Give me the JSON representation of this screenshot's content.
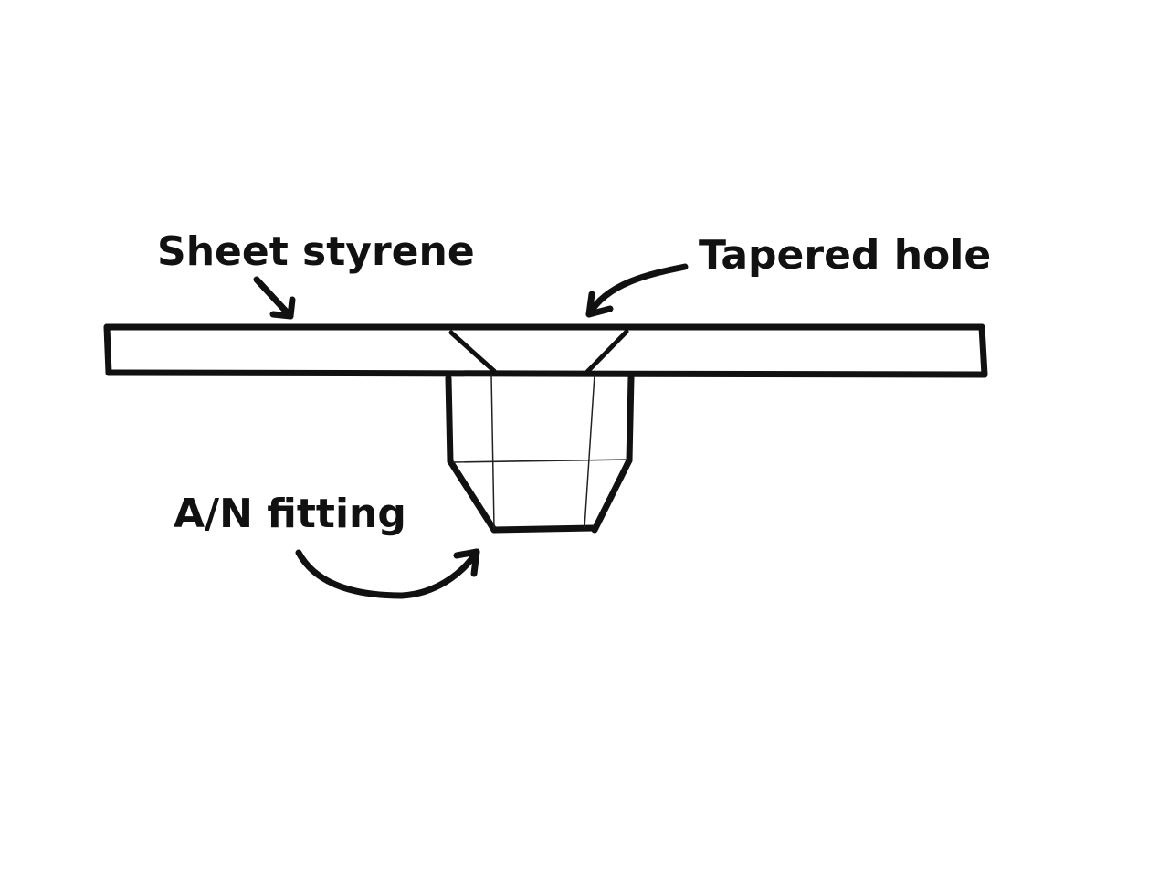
{
  "labels": {
    "sheet_styrene": "Sheet styrene",
    "tapered_hole": "Tapered hole",
    "an_fitting": "A/N fitting"
  },
  "colors": {
    "ink": "#111111",
    "paper": "#ffffff"
  }
}
